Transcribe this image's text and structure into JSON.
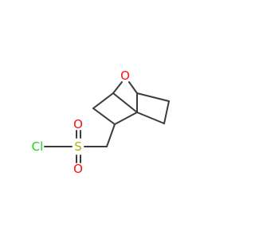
{
  "molecule": {
    "atoms": {
      "oxygen_bridge": {
        "symbol": "O",
        "color": "#ff0d0d"
      },
      "sulfur": {
        "symbol": "S",
        "color": "#b2b200"
      },
      "oxygen_top": {
        "symbol": "O",
        "color": "#ff0d0d"
      },
      "oxygen_bottom": {
        "symbol": "O",
        "color": "#ff0d0d"
      },
      "chlorine": {
        "symbol": "Cl",
        "color": "#1fd01f"
      }
    },
    "bond_color": "#3c3c3c"
  }
}
